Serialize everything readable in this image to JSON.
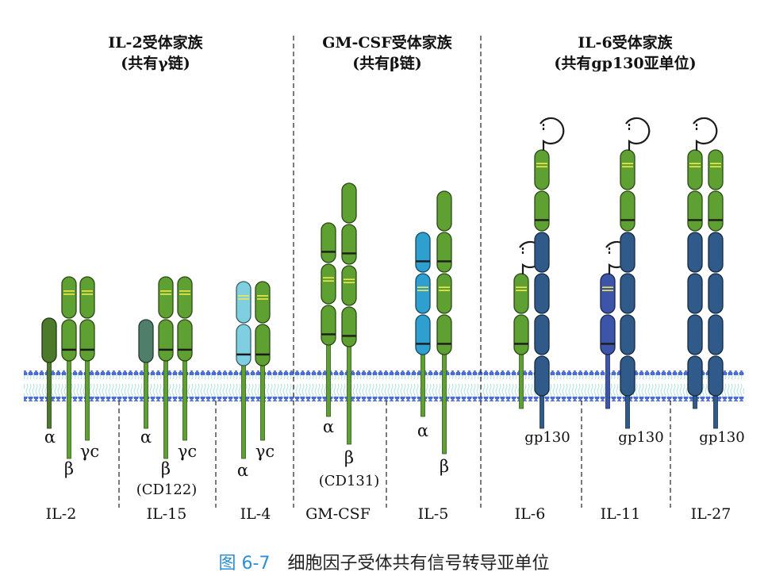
{
  "families": [
    {
      "title": "IL-2受体家族",
      "subtitle": "(共有γ链)"
    },
    {
      "title": "GM-CSF受体家族",
      "subtitle": "(共有β链)"
    },
    {
      "title": "IL-6受体家族",
      "subtitle": "(共有gp130亚单位)"
    }
  ],
  "cytokines": [
    "IL-2",
    "IL-15",
    "IL-4",
    "GM-CSF",
    "IL-5",
    "IL-6",
    "IL-11",
    "IL-27"
  ],
  "chain_labels": {
    "alpha": "α",
    "beta": "β",
    "gamma_c": "γc",
    "cd122": "(CD122)",
    "cd131": "(CD131)",
    "gp130": "gp130"
  },
  "caption": {
    "figure": "图 6-7",
    "text": "细胞因子受体共有信号转导亚单位"
  },
  "colors": {
    "green": "#5fa032",
    "olive_green": "#4c7a2a",
    "teal": "#4f7f6a",
    "light_blue": "#7fcfe0",
    "blue": "#2f9fd0",
    "navy": "#2f5a8a",
    "indigo": "#3d55a8",
    "membrane": "#3a5ccc",
    "caption_accent": "#2a8fd6"
  }
}
